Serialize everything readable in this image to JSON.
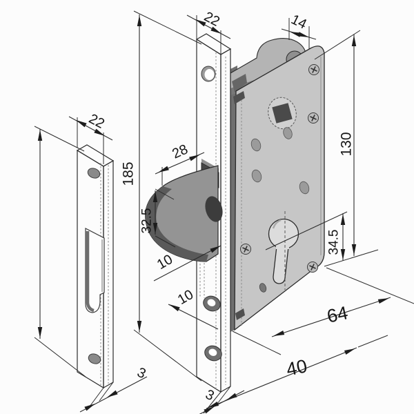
{
  "drawing": {
    "type": "technical-diagram",
    "subject": "mortise hook lock with case, faceplate, hook bolt, euro cylinder hole and strike plate",
    "dimensions": {
      "strike_width": "22",
      "plate_height": "185",
      "strike_thickness": "3",
      "faceplate_width": "22",
      "hook_projection": "28",
      "hook_height": "32.5",
      "hook_gap_upper": "10",
      "hook_gap_lower": "10",
      "faceplate_thickness": "3",
      "case_thickness": "14",
      "case_height": "130",
      "cylinder_to_bottom": "34.5",
      "case_depth": "64",
      "backset": "40"
    },
    "colors": {
      "background": "#fcfcfc",
      "outline": "#2b2b2b",
      "plate_face": "#c9c9c9",
      "plate_top_edge": "#9d9d9d",
      "plate_side_edge": "#b0b0b0",
      "case_face": "#c6c6c6",
      "back_plate": "#b4b4b4",
      "hook_light": "#949494",
      "hook_shadow": "#5a5a5a",
      "hole_fill": "#9b9b9b"
    }
  }
}
